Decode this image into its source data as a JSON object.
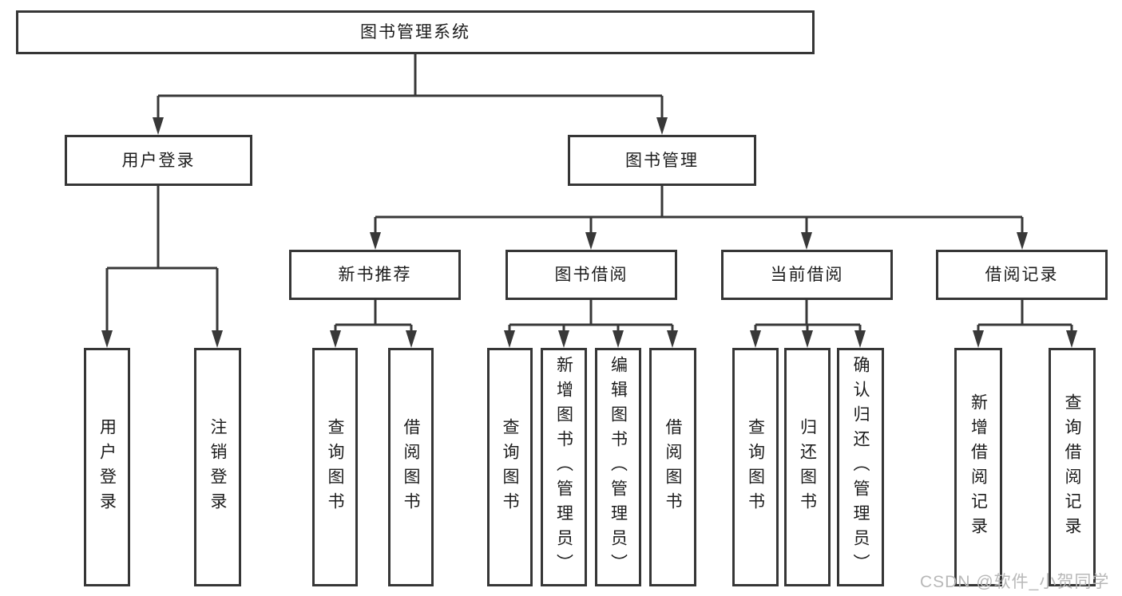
{
  "diagram": {
    "tree": {
      "root": {
        "label": "图书管理系统"
      },
      "branches": [
        {
          "label": "用户登录",
          "children": [
            {
              "label": "用户登录"
            },
            {
              "label": "注销登录"
            }
          ]
        },
        {
          "label": "图书管理",
          "groups": [
            {
              "label": "新书推荐",
              "children": [
                {
                  "label": "查询图书"
                },
                {
                  "label": "借阅图书"
                }
              ]
            },
            {
              "label": "图书借阅",
              "children": [
                {
                  "label": "查询图书"
                },
                {
                  "label": "新增图书（管理员）"
                },
                {
                  "label": "编辑图书（管理员）"
                },
                {
                  "label": "借阅图书"
                }
              ]
            },
            {
              "label": "当前借阅",
              "children": [
                {
                  "label": "查询图书"
                },
                {
                  "label": "归还图书"
                },
                {
                  "label": "确认归还（管理员）"
                }
              ]
            },
            {
              "label": "借阅记录",
              "children": [
                {
                  "label": "新增借阅记录"
                },
                {
                  "label": "查询借阅记录"
                }
              ]
            }
          ]
        }
      ]
    },
    "watermark": {
      "label": "CSDN @软件_小贺同学"
    },
    "colors": {
      "line": "#383838",
      "text": "#1c1c1c",
      "box_background": "#ffffff",
      "watermark": "#b8b8b8"
    }
  }
}
